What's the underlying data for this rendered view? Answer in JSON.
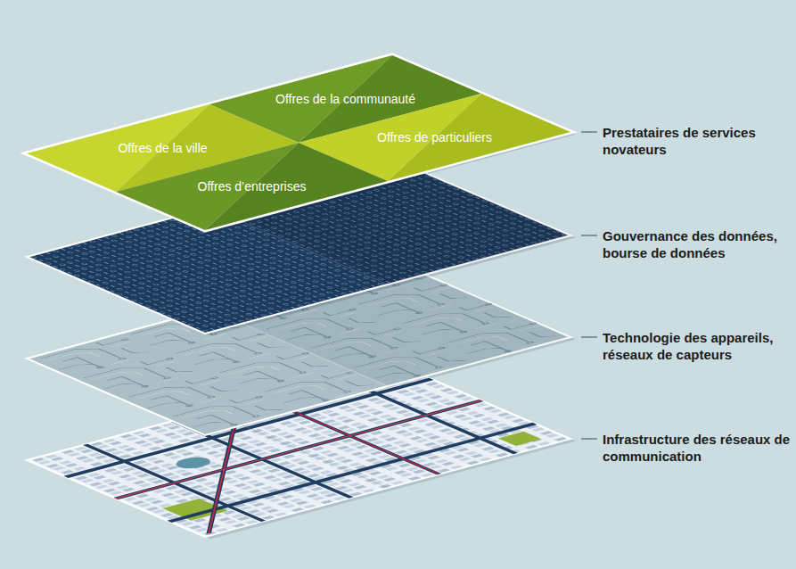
{
  "diagram": {
    "nodes": [
      {
        "text": [
          "Offres de la communauté"
        ]
      },
      {
        "text": [
          "Offres de la ville"
        ]
      },
      {
        "text": [
          "Offres de particuliers"
        ]
      },
      {
        "text": [
          "Offres d’entreprises"
        ]
      }
    ],
    "labels": [
      "Prestataires de services novateurs",
      "Gouvernance des données, bourse de données",
      "Technologie des appareils, réseaux de capteurs",
      "Infrastructure des réseaux de communication"
    ]
  }
}
